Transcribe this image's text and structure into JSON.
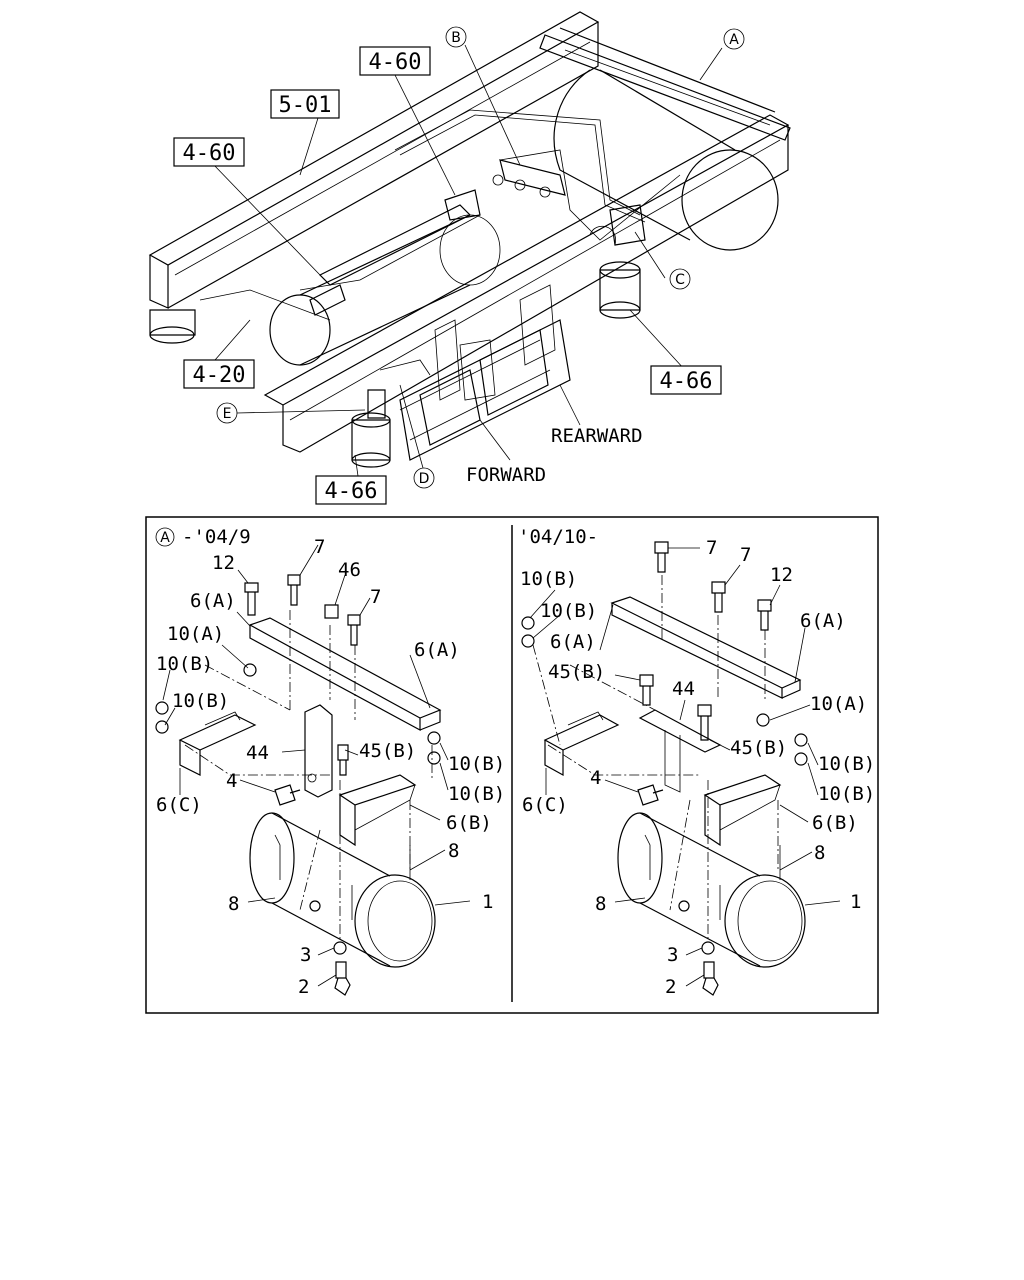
{
  "upper": {
    "boxes": {
      "b5_01": "5-01",
      "b4_60_top": "4-60",
      "b4_60_left": "4-60",
      "b4_20": "4-20",
      "b4_66_right": "4-66",
      "b4_66_bottom": "4-66"
    },
    "circles": {
      "a": "A",
      "b": "B",
      "c": "C",
      "d": "D",
      "e": "E"
    },
    "rearward": "REARWARD",
    "forward": "FORWARD"
  },
  "left_panel": {
    "ref_letter": "A",
    "range": "-'04/9",
    "labels": {
      "p7a": "7",
      "p12": "12",
      "p46": "46",
      "p7b": "7",
      "p6a_top": "6(A)",
      "p6a_right": "6(A)",
      "p10a": "10(A)",
      "p10b_1": "10(B)",
      "p10b_2": "10(B)",
      "p44": "44",
      "p45b": "45(B)",
      "p10b_3": "10(B)",
      "p10b_4": "10(B)",
      "p4": "4",
      "p6c": "6(C)",
      "p6b": "6(B)",
      "p8a": "8",
      "p8b": "8",
      "p1": "1",
      "p3": "3",
      "p2": "2"
    }
  },
  "right_panel": {
    "range": "'04/10-",
    "labels": {
      "p7a": "7",
      "p7b": "7",
      "p12": "12",
      "p10b_1": "10(B)",
      "p10b_2": "10(B)",
      "p6a_left": "6(A)",
      "p6a_right": "6(A)",
      "p45b_top": "45(B)",
      "p44": "44",
      "p10a": "10(A)",
      "p45b": "45(B)",
      "p10b_3": "10(B)",
      "p10b_4": "10(B)",
      "p4": "4",
      "p6c": "6(C)",
      "p6b": "6(B)",
      "p8a": "8",
      "p8b": "8",
      "p1": "1",
      "p3": "3",
      "p2": "2"
    }
  }
}
